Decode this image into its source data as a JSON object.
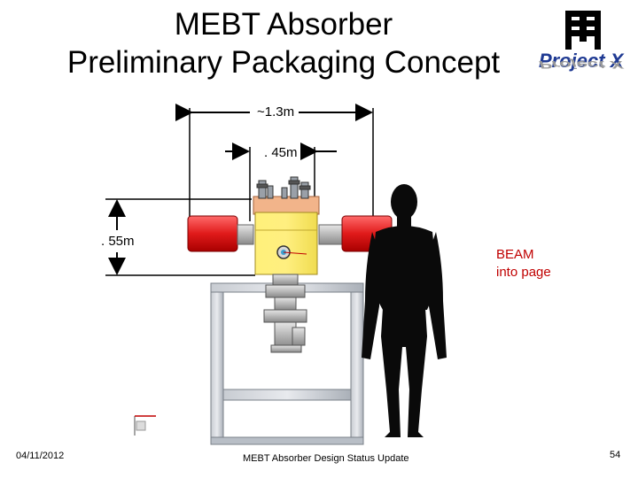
{
  "title": {
    "line1": "MEBT Absorber",
    "line2": "Preliminary Packaging Concept"
  },
  "logo": {
    "text": "Project X",
    "icon": "fermilab-logo-icon",
    "accent_color": "#1f3a93"
  },
  "dimensions": {
    "width_total": "~1.3m",
    "width_body": ". 45m",
    "height_body": ". 55m"
  },
  "beam_note": {
    "line1": "BEAM",
    "line2": "into page",
    "color": "#c00000"
  },
  "footer": {
    "date": "04/11/2012",
    "center": "MEBT Absorber Design Status Update",
    "page": "54"
  }
}
